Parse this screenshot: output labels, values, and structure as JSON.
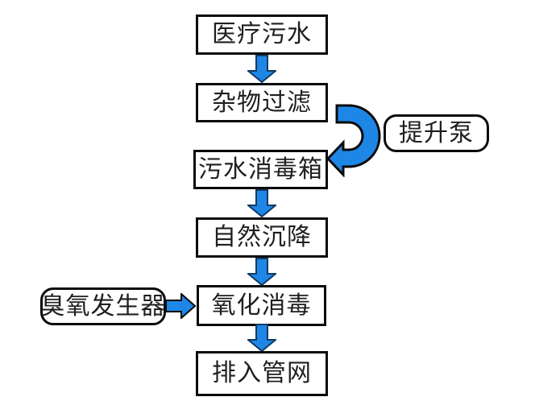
{
  "colors": {
    "background": "#ffffff",
    "box_border": "#0a0a0a",
    "text": "#1f1f1f",
    "arrow_fill": "#1e87e6",
    "arrow_outline": "#0a0a0a",
    "arrow_outline_vertical": "#123a63"
  },
  "flowchart": {
    "process_steps": [
      {
        "id": "medical-wastewater",
        "label": "医疗污水"
      },
      {
        "id": "debris-filtration",
        "label": "杂物过滤"
      },
      {
        "id": "sewage-disinfection-tank",
        "label": "污水消毒箱"
      },
      {
        "id": "natural-sedimentation",
        "label": "自然沉降"
      },
      {
        "id": "oxidation-disinfection",
        "label": "氧化消毒"
      },
      {
        "id": "discharge-to-pipe-network",
        "label": "排入管网"
      }
    ],
    "side_nodes": [
      {
        "id": "lift-pump",
        "label": "提升泵"
      },
      {
        "id": "ozone-generator",
        "label": "臭氧发生器"
      }
    ]
  }
}
